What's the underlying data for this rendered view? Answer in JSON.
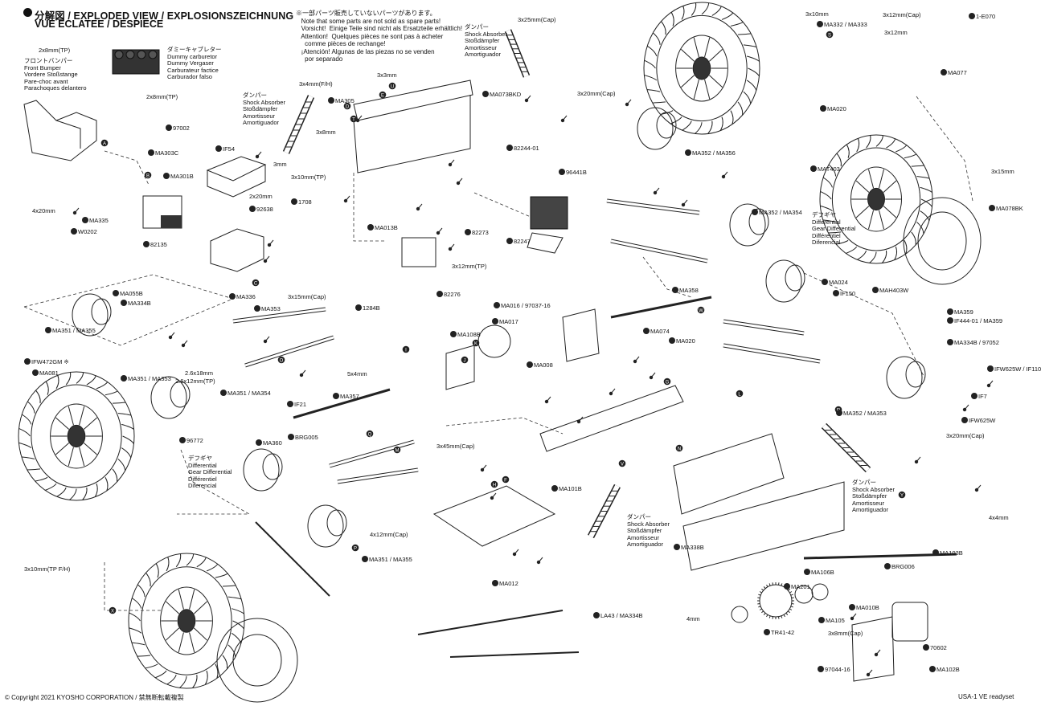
{
  "header": {
    "title": "分解図 / EXPLODED VIEW / EXPLOSIONSZEICHNUNG",
    "subtitle": "VUE ECLATEE / DESPIECE",
    "notice": "※一部パーツ販売していないパーツがあります。\n   Note that some parts are not sold as spare parts!\n   Vorsicht!  Einige Teile sind nicht als Ersatzteile erhältlich!\n   Attention!  Quelques pièces ne sont pas à acheter\n     comme pièces de rechange!\n   ¡Atención! Algunas de las piezas no se venden\n     por separado"
  },
  "footer": {
    "copyright": "© Copyright 2021 KYOSHO CORPORATION  /  禁無断転載複製",
    "model": "USA-1 VE readyset"
  },
  "annotations": {
    "front_bumper": "フロントバンパー\nFront Bumper\nVordere Stoßstange\nPare-choc avant\nParachoques delantero",
    "dummy_carb": "ダミーキャブレター\nDummy carburetor\nDummy Vergaser\nCarburateur factice\nCarburador falso",
    "shock_1": "ダンパー\nShock Absorber\nStoßdämpfer\nAmortisseur\nAmortiguador",
    "shock_2": "ダンパー\nShock Absorber\nStoßdämpfer\nAmortisseur\nAmortiguador",
    "shock_3": "ダンパー\nShock Absorber\nStoßdämpfer\nAmortisseur\nAmortiguador",
    "shock_4": "ダンパー\nShock Absorber\nStoßdämpfer\nAmortisseur\nAmortiguador",
    "diff_1": "デフギヤ\nDifferential\nGear Differential\nDifférentiel\nDiferencial",
    "diff_2": "デフギヤ\nDifferential\nGear Differential\nDifférentiel\nDiferencial"
  },
  "part_numbers": [
    "97002",
    "MA303C",
    "MA301B",
    "82135",
    "1708",
    "92638",
    "IF54",
    "MA305",
    "MA073BKD",
    "82244-01",
    "96441B",
    "MA013B",
    "82273",
    "82247",
    "82276",
    "1284B",
    "MA335",
    "W0202",
    "MA055B",
    "MA334B",
    "MA351 / MA355",
    "MA336",
    "MA353",
    "IFW472GM ※",
    "MA081",
    "MA351 / MA353",
    "MA351 / MA354",
    "IF21",
    "MA357",
    "96772",
    "MA360",
    "BRG005",
    "MA016 / 97037-16",
    "MA017",
    "MA108B",
    "MA008",
    "MA074",
    "MA020",
    "MA358",
    "MA352 / MA356",
    "MA352 / MA353",
    "MA352 / MA354",
    "MAT403",
    "MA078BK",
    "MAH403W",
    "MA024",
    "IF150",
    "MA359",
    "IF444-01 / MA359",
    "MA334B / 97052",
    "IFW625W / IF110",
    "IF7",
    "IFW625W",
    "MA332 / MA333",
    "MA077",
    "MA020",
    "1-E070",
    "MA101B",
    "MA012",
    "LA43 / MA334B",
    "MA102B",
    "70602",
    "MA103B",
    "BRG006",
    "MA106B",
    "MA201",
    "MA105",
    "TR41-42",
    "97044-16",
    "MA010B",
    "MA338B",
    "MA351 / MA355"
  ],
  "screw_labels": [
    "2x8mm(TP)",
    "3x4mm(F/H)",
    "3x3mm",
    "3x25mm(Cap)",
    "3x10mm",
    "3x12mm(Cap)",
    "3x12mm",
    "3x20mm(Cap)",
    "3x8mm",
    "3mm",
    "3x10mm(TP)",
    "2x20mm",
    "3x15mm(Cap)",
    "3x12mm(TP)",
    "4x20mm",
    "3x15mm",
    "2.6x18mm",
    "2.6x12mm(TP)",
    "5x4mm",
    "4x12mm(Cap)",
    "3x45mm(Cap)",
    "3x8mm(Cap)",
    "4x4mm",
    "4mm",
    "3x10mm(TP F/H)",
    "2x8mm(TP)",
    "3x20mm(Cap)"
  ],
  "letters": [
    "A",
    "B",
    "C",
    "D",
    "E",
    "F",
    "G",
    "H",
    "I",
    "J",
    "K",
    "L",
    "M",
    "N",
    "O",
    "P",
    "Q",
    "R",
    "S",
    "T",
    "U",
    "V",
    "W",
    "X",
    "Y"
  ]
}
